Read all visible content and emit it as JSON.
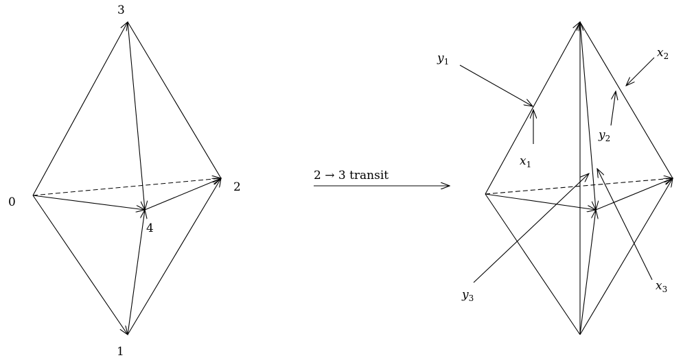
{
  "left_diagram": {
    "vertex_labels": {
      "v0": "0",
      "v1": "1",
      "v2": "2",
      "v3": "3",
      "v4": "4"
    }
  },
  "transition": {
    "label": "2 → 3 transit"
  },
  "right_diagram": {
    "labels": {
      "x1": {
        "base": "x",
        "sub": "1"
      },
      "x2": {
        "base": "x",
        "sub": "2"
      },
      "x3": {
        "base": "x",
        "sub": "3"
      },
      "y1": {
        "base": "y",
        "sub": "1"
      },
      "y2": {
        "base": "y",
        "sub": "2"
      },
      "y3": {
        "base": "y",
        "sub": "3"
      }
    }
  }
}
